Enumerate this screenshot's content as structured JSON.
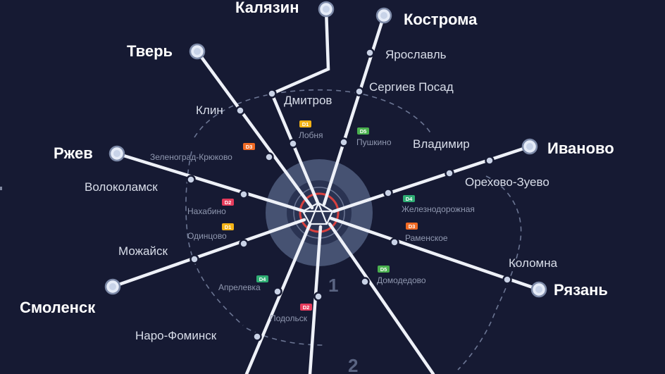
{
  "colors": {
    "background": "#161a33",
    "line": "#eef1f8",
    "D1": "#f4b316",
    "D2": "#e63b5c",
    "D3": "#f06a24",
    "D4": "#2fae74",
    "D5": "#4ab04f",
    "center_disc": "#4f5d7e",
    "center_core": "#2a3352",
    "center_ring": "#d9413f"
  },
  "terminals": {
    "kalyazin": "Калязин",
    "kostroma": "Кострома",
    "tver": "Тверь",
    "rzhev": "Ржев",
    "ivanovo": "Иваново",
    "smolensk": "Смоленск",
    "ryazan": "Рязань"
  },
  "stations": {
    "yaroslavl": "Ярославль",
    "sergiev_posad": "Сергиев Посад",
    "dmitrov": "Дмитров",
    "klin": "Клин",
    "volokolamsk": "Волоколамск",
    "vladimir": "Владимир",
    "orekhovo_zuevo": "Орехово-Зуево",
    "mozhaysk": "Можайск",
    "kolomna": "Коломна",
    "naro_fominsk": "Наро-Фоминск"
  },
  "mcd_stations": {
    "lobnya": "Лобня",
    "pushkino": "Пушкино",
    "zelenograd": "Зеленоград-Крюково",
    "nakhabino": "Нахабино",
    "odintsovo": "Одинцово",
    "zheleznodorozhnaya": "Железнодорожная",
    "ramenskoe": "Раменское",
    "aprelevka": "Апрелевка",
    "domodedovo": "Домодедово",
    "podolsk": "Подольск"
  },
  "badges": {
    "lobnya": "D1",
    "pushkino": "D5",
    "zelenograd": "D3",
    "nakhabino": "D2",
    "odintsovo": "D1",
    "zheleznodorozhnaya": "D4",
    "ramenskoe": "D3",
    "aprelevka": "D4",
    "domodedovo": "D5",
    "podolsk": "D2"
  },
  "zones": {
    "zone1": "1",
    "zone2": "2"
  }
}
